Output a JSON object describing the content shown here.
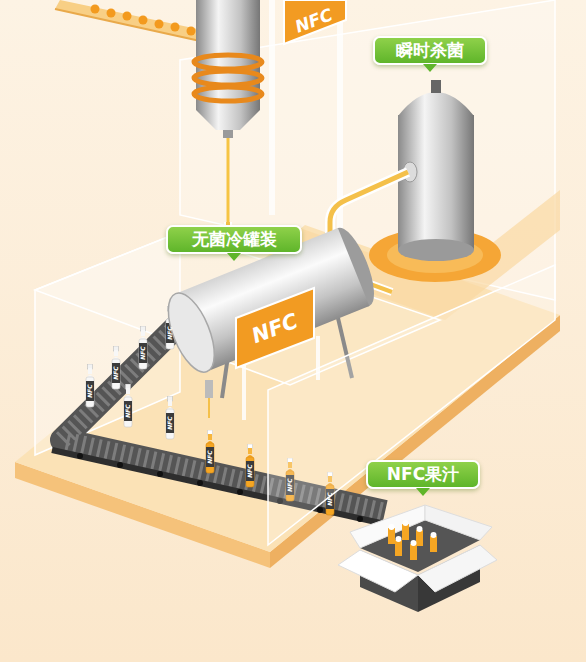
{
  "diagram": {
    "nodes": [
      {
        "text": [
          "瞬时杀菌"
        ]
      },
      {
        "text": [
          "无菌冷罐装"
        ]
      },
      {
        "text": [
          "NFC果汁"
        ]
      }
    ],
    "labels": [
      "NFC",
      "NFC",
      "NFC",
      "NFC",
      "NFC",
      "NFC",
      "NFC",
      "NFC",
      "NFC",
      "NFC",
      "NFC",
      "NFC"
    ]
  }
}
